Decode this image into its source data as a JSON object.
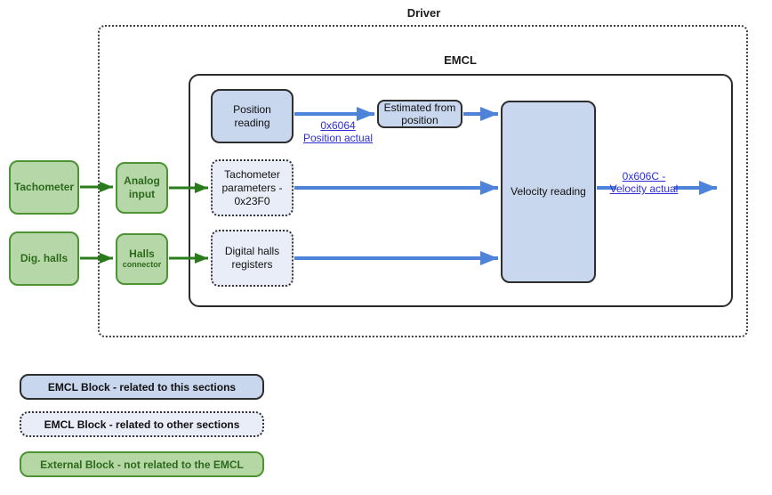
{
  "titles": {
    "driver": "Driver",
    "emcl": "EMCL"
  },
  "blocks": {
    "position_reading": {
      "label": "Position\nreading"
    },
    "estimated_from_position": {
      "label": "Estimated from\nposition"
    },
    "velocity_reading": {
      "label": "Velocity reading"
    },
    "tachometer_parameters": {
      "label": "Tachometer\nparameters -\n0x23F0"
    },
    "digital_halls_registers": {
      "label": "Digital halls\nregisters"
    },
    "tachometer": {
      "label": "Tachometer"
    },
    "analog_input": {
      "label": "Analog\ninput"
    },
    "dig_halls": {
      "label": "Dig. halls"
    },
    "halls_connector": {
      "label": "Halls",
      "sublabel": "connector"
    }
  },
  "links": {
    "position_actual": {
      "label": "0x6064\nPosition actual"
    },
    "velocity_actual": {
      "label": "0x606C -\nVelocity actual"
    }
  },
  "legend": {
    "items": [
      {
        "label": "EMCL Block - related to this sections",
        "style": "solid-blue"
      },
      {
        "label": "EMCL Block - related to other sections",
        "style": "dotted-lavender"
      },
      {
        "label": "External Block - not related to the EMCL",
        "style": "solid-green"
      }
    ]
  },
  "colors": {
    "emcl_block_fill": "#c8d6ee",
    "other_section_block_fill": "#e9edf8",
    "external_block_fill": "#b6d7a7",
    "external_block_border": "#4c9334",
    "external_block_text": "#2d6a1d",
    "arrow_blue": "#4d84d9",
    "arrow_green": "#2a7c1b",
    "link_blue": "#2d2dd8"
  }
}
